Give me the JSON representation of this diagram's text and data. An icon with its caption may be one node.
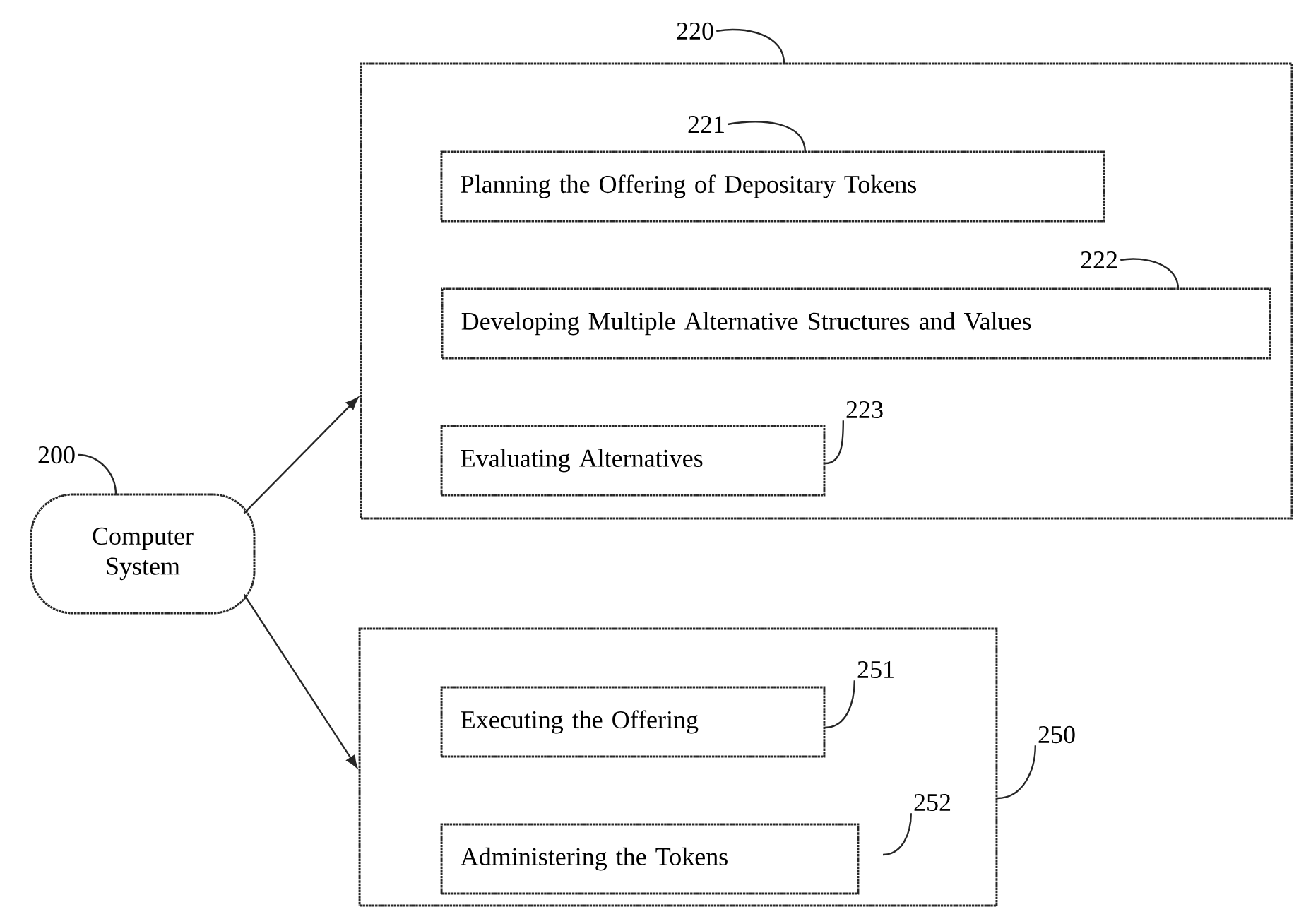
{
  "diagram": {
    "nodes": [
      {
        "text": [
          "Computer System"
        ]
      },
      {
        "text": [
          "200"
        ]
      },
      {
        "text": [],
        "shape": "box"
      },
      {
        "text": [
          "220"
        ]
      },
      {
        "text": [
          "Planning the Offering of Depositary Tokens"
        ],
        "in": 2
      },
      {
        "text": [
          "221"
        ],
        "in": 2
      },
      {
        "text": [
          "Developing Multiple Alternative Structures and Values"
        ],
        "in": 2
      },
      {
        "text": [
          "222"
        ],
        "in": 2
      },
      {
        "text": [
          "Evaluating Alternatives"
        ],
        "in": 2
      },
      {
        "text": [
          "223"
        ],
        "in": 2
      },
      {
        "text": [],
        "shape": "box"
      },
      {
        "text": [
          "Executing the Offering"
        ],
        "in": 10
      },
      {
        "text": [
          "251"
        ],
        "in": 10
      },
      {
        "text": [
          "Administering the Tokens"
        ],
        "in": 10
      },
      {
        "text": [
          "252"
        ],
        "in": 10
      },
      {
        "text": [
          "250"
        ]
      }
    ],
    "edges": [
      {
        "from": 0,
        "to": 2,
        "arrow": "to"
      },
      {
        "from": 0,
        "to": 10,
        "arrow": "to"
      },
      {
        "from": 1,
        "to": 0,
        "arrow": "none"
      },
      {
        "from": 3,
        "to": 2,
        "arrow": "none"
      },
      {
        "from": 5,
        "to": 4,
        "arrow": "none"
      },
      {
        "from": 7,
        "to": 6,
        "arrow": "none"
      },
      {
        "from": 9,
        "to": 8,
        "arrow": "none"
      },
      {
        "from": 12,
        "to": 11,
        "arrow": "none"
      },
      {
        "from": 14,
        "to": 13,
        "arrow": "none"
      },
      {
        "from": 15,
        "to": 10,
        "arrow": "none"
      }
    ]
  }
}
